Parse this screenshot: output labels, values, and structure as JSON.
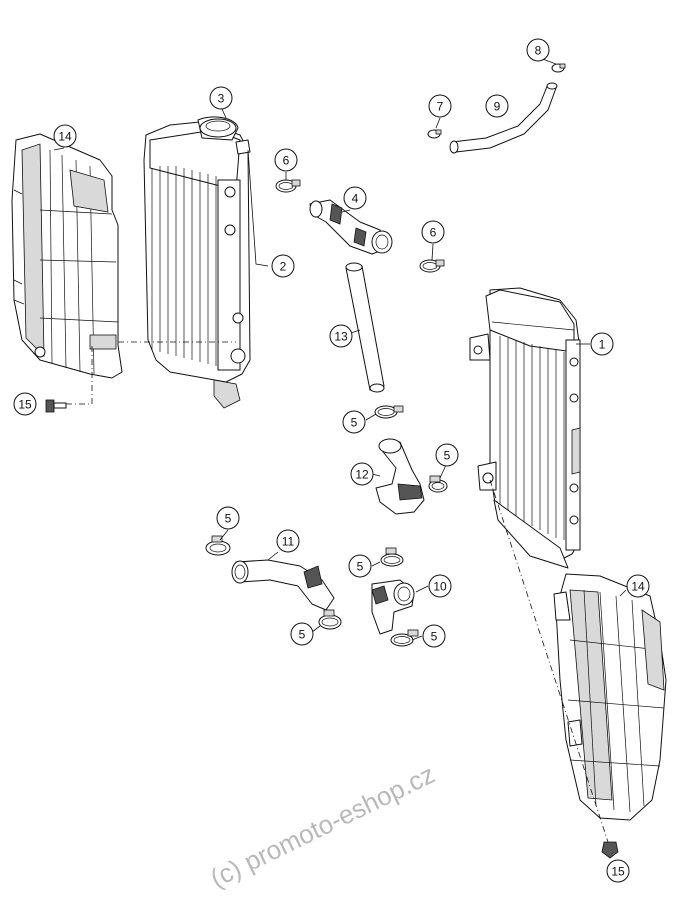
{
  "diagram": {
    "callouts": [
      {
        "id": "c1",
        "label": "1"
      },
      {
        "id": "c2",
        "label": "2"
      },
      {
        "id": "c3",
        "label": "3"
      },
      {
        "id": "c4",
        "label": "4"
      },
      {
        "id": "c5a",
        "label": "5"
      },
      {
        "id": "c5b",
        "label": "5"
      },
      {
        "id": "c5c",
        "label": "5"
      },
      {
        "id": "c5d",
        "label": "5"
      },
      {
        "id": "c5e",
        "label": "5"
      },
      {
        "id": "c5f",
        "label": "5"
      },
      {
        "id": "c6a",
        "label": "6"
      },
      {
        "id": "c6b",
        "label": "6"
      },
      {
        "id": "c7",
        "label": "7"
      },
      {
        "id": "c8",
        "label": "8"
      },
      {
        "id": "c9",
        "label": "9"
      },
      {
        "id": "c10",
        "label": "10"
      },
      {
        "id": "c11",
        "label": "11"
      },
      {
        "id": "c12",
        "label": "12"
      },
      {
        "id": "c13",
        "label": "13"
      },
      {
        "id": "c14a",
        "label": "14"
      },
      {
        "id": "c14b",
        "label": "14"
      },
      {
        "id": "c15a",
        "label": "15"
      },
      {
        "id": "c15b",
        "label": "15"
      }
    ],
    "watermark": "(c) promoto-eshop.cz"
  },
  "colors": {
    "line": "#111111",
    "background": "#ffffff",
    "watermark": "#b9b9b9"
  }
}
